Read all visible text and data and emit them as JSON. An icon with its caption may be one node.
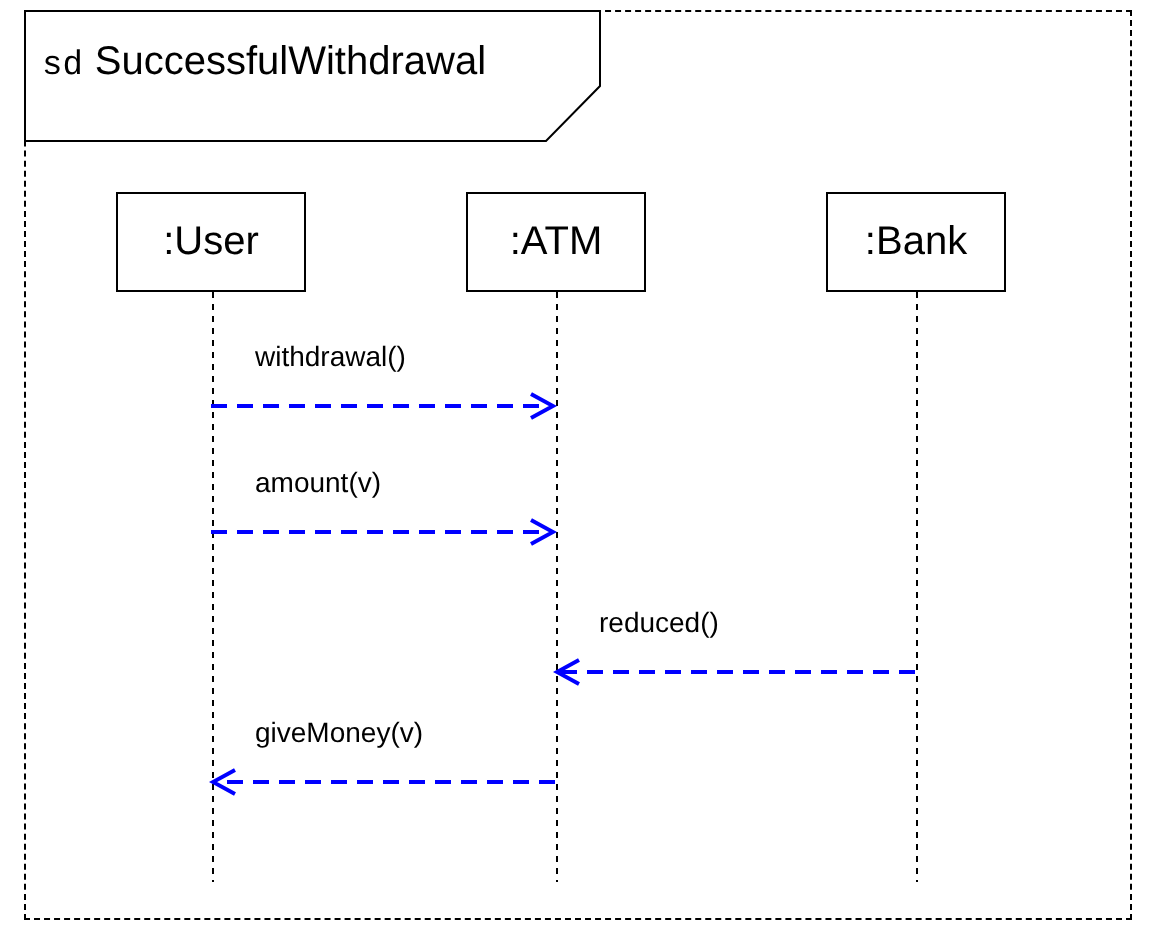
{
  "diagram": {
    "nodes": [
      {
        "text": [
          "sd",
          "SuccessfulWithdrawal"
        ]
      },
      {
        "text": [
          ":User"
        ],
        "in": 0
      },
      {
        "text": [
          ":ATM"
        ],
        "in": 0
      },
      {
        "text": [
          ":Bank"
        ],
        "in": 0
      }
    ],
    "edges": [
      {
        "from": 1,
        "to": 2,
        "arrow": "to",
        "label": "withdrawal()",
        "style": "dashed",
        "color": "#0000ff"
      },
      {
        "from": 1,
        "to": 2,
        "arrow": "to",
        "label": "amount(v)",
        "style": "dashed",
        "color": "#0000ff"
      },
      {
        "from": 3,
        "to": 2,
        "arrow": "to",
        "label": "reduced()",
        "style": "dashed",
        "color": "#0000ff"
      },
      {
        "from": 2,
        "to": 1,
        "arrow": "to",
        "label": "giveMoney(v)",
        "style": "dashed",
        "color": "#0000ff"
      }
    ]
  }
}
